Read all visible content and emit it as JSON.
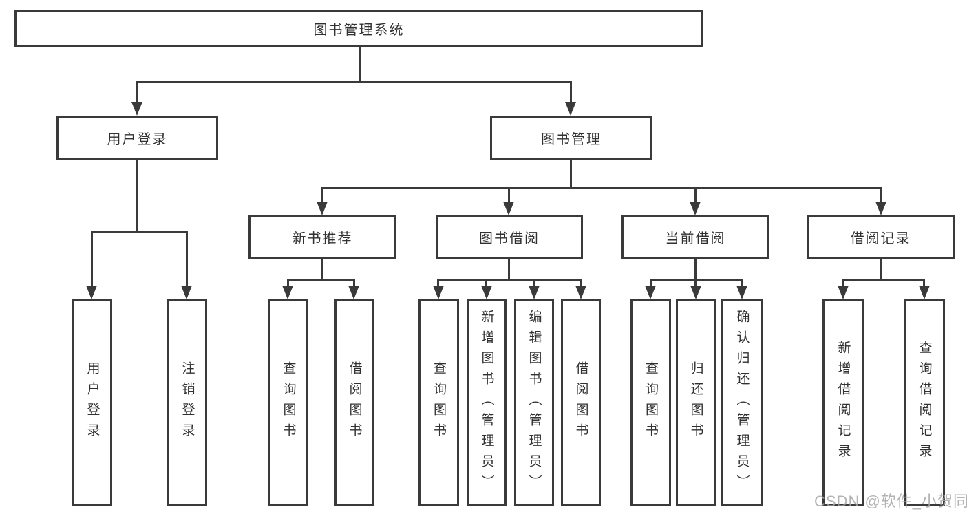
{
  "diagram": {
    "type": "hierarchy-tree",
    "root": "图书管理系统",
    "user_login": {
      "label": "用户登录",
      "children": [
        "用户登录",
        "注销登录"
      ]
    },
    "book_management": {
      "label": "图书管理",
      "sections": [
        {
          "label": "新书推荐",
          "children": [
            "查询图书",
            "借阅图书"
          ]
        },
        {
          "label": "图书借阅",
          "children": [
            "查询图书",
            "新增图书（管理员）",
            "编辑图书（管理员）",
            "借阅图书"
          ]
        },
        {
          "label": "当前借阅",
          "children": [
            "查询图书",
            "归还图书",
            "确认归还（管理员）"
          ]
        },
        {
          "label": "借阅记录",
          "children": [
            "新增借阅记录",
            "查询借阅记录"
          ]
        }
      ]
    }
  },
  "colors": {
    "line": "#3a3a3a",
    "text": "#313131",
    "background": "#ffffff",
    "watermark": "#a6a6a6"
  },
  "watermark": {
    "text": "CSDN @软件_小贺同学"
  }
}
